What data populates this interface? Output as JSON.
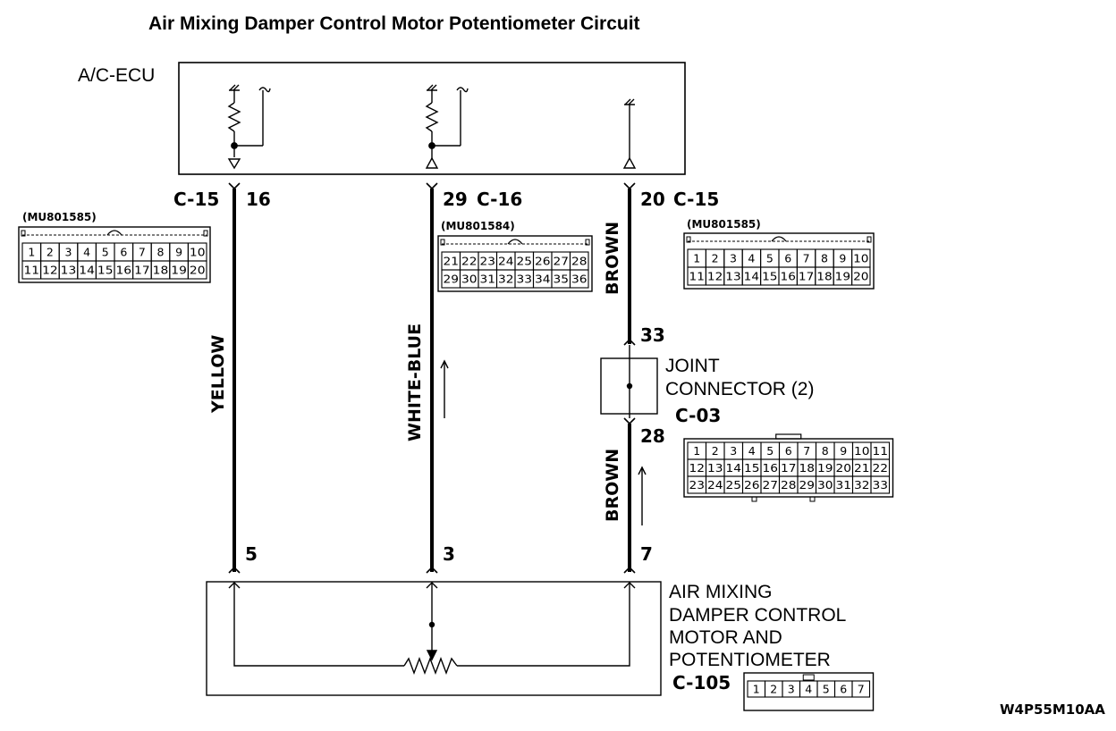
{
  "title": "Air Mixing Damper Control Motor Potentiometer Circuit",
  "ecu_label": "A/C-ECU",
  "circuits": [
    {
      "ecu_connector": "C-15",
      "ecu_pin": "16",
      "wire_color": "YELLOW",
      "motor_pin": "5"
    },
    {
      "ecu_connector": "C-16",
      "ecu_pin": "29",
      "wire_color": "WHITE-BLUE",
      "motor_pin": "3"
    },
    {
      "ecu_connector": "C-15",
      "ecu_pin": "20",
      "wire_color_upper": "BROWN",
      "wire_color_lower": "BROWN",
      "joint_in_pin": "33",
      "joint_out_pin": "28",
      "motor_pin": "7"
    }
  ],
  "joint_connector": {
    "label_line1": "JOINT",
    "label_line2": "CONNECTOR (2)",
    "code": "C-03"
  },
  "motor": {
    "lines": [
      "AIR MIXING",
      "DAMPER CONTROL",
      "MOTOR AND",
      "POTENTIOMETER"
    ],
    "code": "C-105"
  },
  "connectors": {
    "c15_left": {
      "part_no": "(MU801585)",
      "rows": [
        [
          "1",
          "2",
          "3",
          "4",
          "5",
          "6",
          "7",
          "8",
          "9",
          "10"
        ],
        [
          "11",
          "12",
          "13",
          "14",
          "15",
          "16",
          "17",
          "18",
          "19",
          "20"
        ]
      ]
    },
    "c16": {
      "part_no": "(MU801584)",
      "rows": [
        [
          "21",
          "22",
          "23",
          "24",
          "25",
          "26",
          "27",
          "28"
        ],
        [
          "29",
          "30",
          "31",
          "32",
          "33",
          "34",
          "35",
          "36"
        ]
      ]
    },
    "c15_right": {
      "part_no": "(MU801585)",
      "rows": [
        [
          "1",
          "2",
          "3",
          "4",
          "5",
          "6",
          "7",
          "8",
          "9",
          "10"
        ],
        [
          "11",
          "12",
          "13",
          "14",
          "15",
          "16",
          "17",
          "18",
          "19",
          "20"
        ]
      ]
    },
    "c03": {
      "rows": [
        [
          "1",
          "2",
          "3",
          "4",
          "5",
          "6",
          "7",
          "8",
          "9",
          "10",
          "11"
        ],
        [
          "12",
          "13",
          "14",
          "15",
          "16",
          "17",
          "18",
          "19",
          "20",
          "21",
          "22"
        ],
        [
          "23",
          "24",
          "25",
          "26",
          "27",
          "28",
          "29",
          "30",
          "31",
          "32",
          "33"
        ]
      ]
    },
    "c105": {
      "rows": [
        [
          "1",
          "2",
          "3",
          "4",
          "5",
          "6",
          "7"
        ]
      ]
    }
  },
  "figure_code": "W4P55M10AA"
}
